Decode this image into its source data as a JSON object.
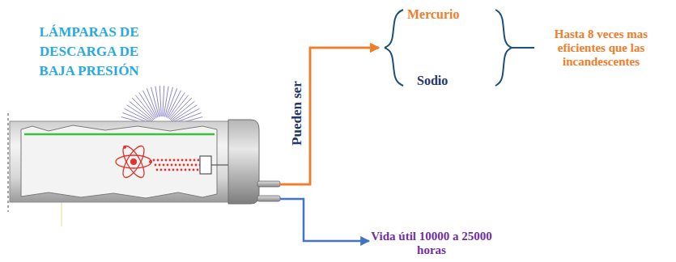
{
  "diagram": {
    "nodes": [
      {
        "text": [
          "LÁMPARAS DE DESCARGA DE BAJA PRESIÓN"
        ]
      },
      {
        "text": [
          "Mercurio"
        ]
      },
      {
        "text": [
          "Sodio"
        ]
      },
      {
        "text": [
          "Hasta 8 veces mas eficientes que las incandescentes"
        ]
      },
      {
        "text": [
          "Vida útil 10000 a 25000 horas"
        ]
      }
    ],
    "edges": [
      {
        "from": 0,
        "to": 1,
        "arrow": "to",
        "label": "Pueden ser"
      },
      {
        "from": 0,
        "to": 2,
        "arrow": "to"
      },
      {
        "from": 1,
        "to": 3,
        "arrow": "none"
      },
      {
        "from": 2,
        "to": 3,
        "arrow": "none"
      },
      {
        "from": 0,
        "to": 4,
        "arrow": "to"
      }
    ]
  }
}
